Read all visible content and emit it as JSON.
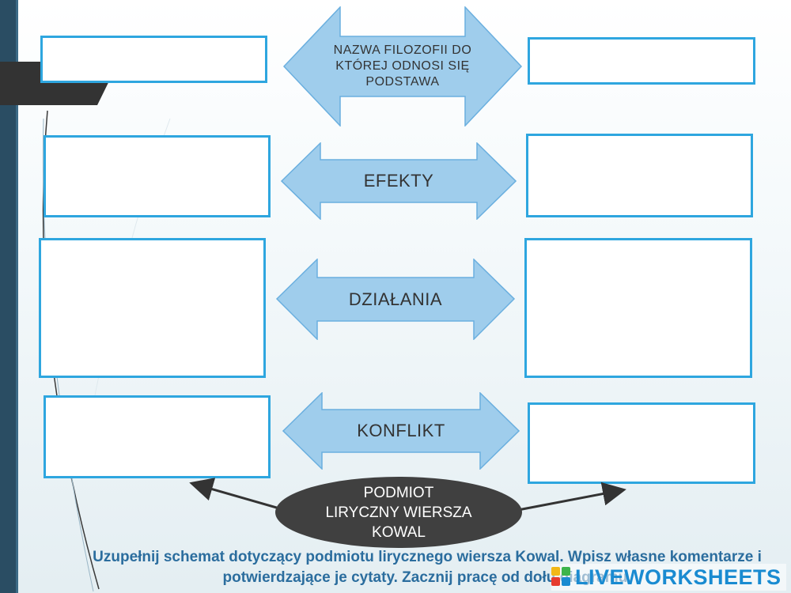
{
  "colors": {
    "box_border": "#2ea6df",
    "arrow_fill": "#9fcdec",
    "arrow_stroke": "#6aafdf",
    "ellipse_fill": "#404040",
    "instruction_text": "#2b6d9e",
    "brand": "#1a8bd1"
  },
  "arrows": {
    "philosophy": "NAZWA FILOZOFII DO\nKTÓREJ ODNOSI SIĘ\nPODSTAWA",
    "effects": "EFEKTY",
    "actions": "DZIAŁANIA",
    "conflict": "KONFLIKT"
  },
  "center_ellipse": "PODMIOT\nLIRYCZNY WIERSZA\nKOWAL",
  "instruction": "Uzupełnij schemat dotyczący podmiotu lirycznego wiersza Kowal. Wpisz własne komentarze i potwierdzające je cytaty. Zacznij pracę od dołu diagramu.",
  "brand": {
    "name": "LIVEWORKSHEETS",
    "icon": "liveworksheets-logo-icon"
  }
}
